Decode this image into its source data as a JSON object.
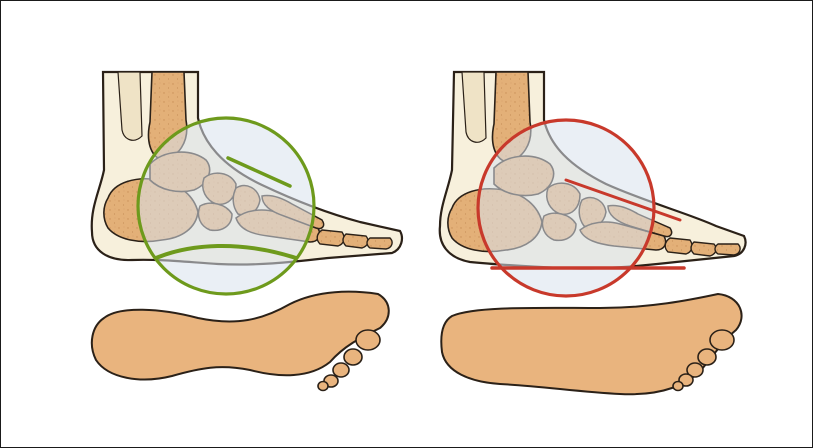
{
  "figure": {
    "panels": [
      {
        "id": "normal-arch",
        "highlight_color": "#6e9a1c",
        "arch": "normal"
      },
      {
        "id": "flat-arch",
        "highlight_color": "#c8392b",
        "arch": "flat"
      }
    ],
    "colors": {
      "skin": "#f7f0dc",
      "bone": "#e3b078",
      "sole": "#e9b47e",
      "outline": "#2b2118",
      "lens": "#d9e2ec",
      "border": "#1a1a1a"
    }
  }
}
